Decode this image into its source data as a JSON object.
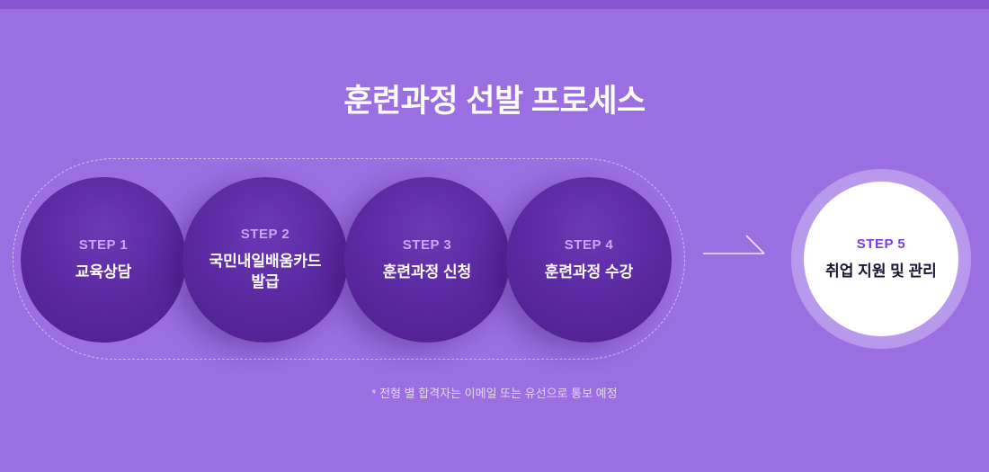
{
  "title": "훈련과정 선발 프로세스",
  "process": {
    "steps": [
      {
        "step": "STEP 1",
        "title": "교육상담"
      },
      {
        "step": "STEP 2",
        "title": "국민내일배움카드 발급"
      },
      {
        "step": "STEP 3",
        "title": "훈련과정 신청"
      },
      {
        "step": "STEP 4",
        "title": "훈련과정 수강"
      },
      {
        "step": "STEP 5",
        "title": "취업 지원 및 관리"
      }
    ]
  },
  "footnote": "* 전형 별 합격자는 이메일 또는 유선으로 통보 예정",
  "colors": {
    "background": "#9b6ee2",
    "top_strip": "#8756d5",
    "step_circle": "#59289f",
    "step_label": "#c9a7f7",
    "final_step_label": "#7b3be8",
    "final_title": "#1b1133",
    "title_text": "#ffffff",
    "footnote_text": "#e3d7f8"
  }
}
